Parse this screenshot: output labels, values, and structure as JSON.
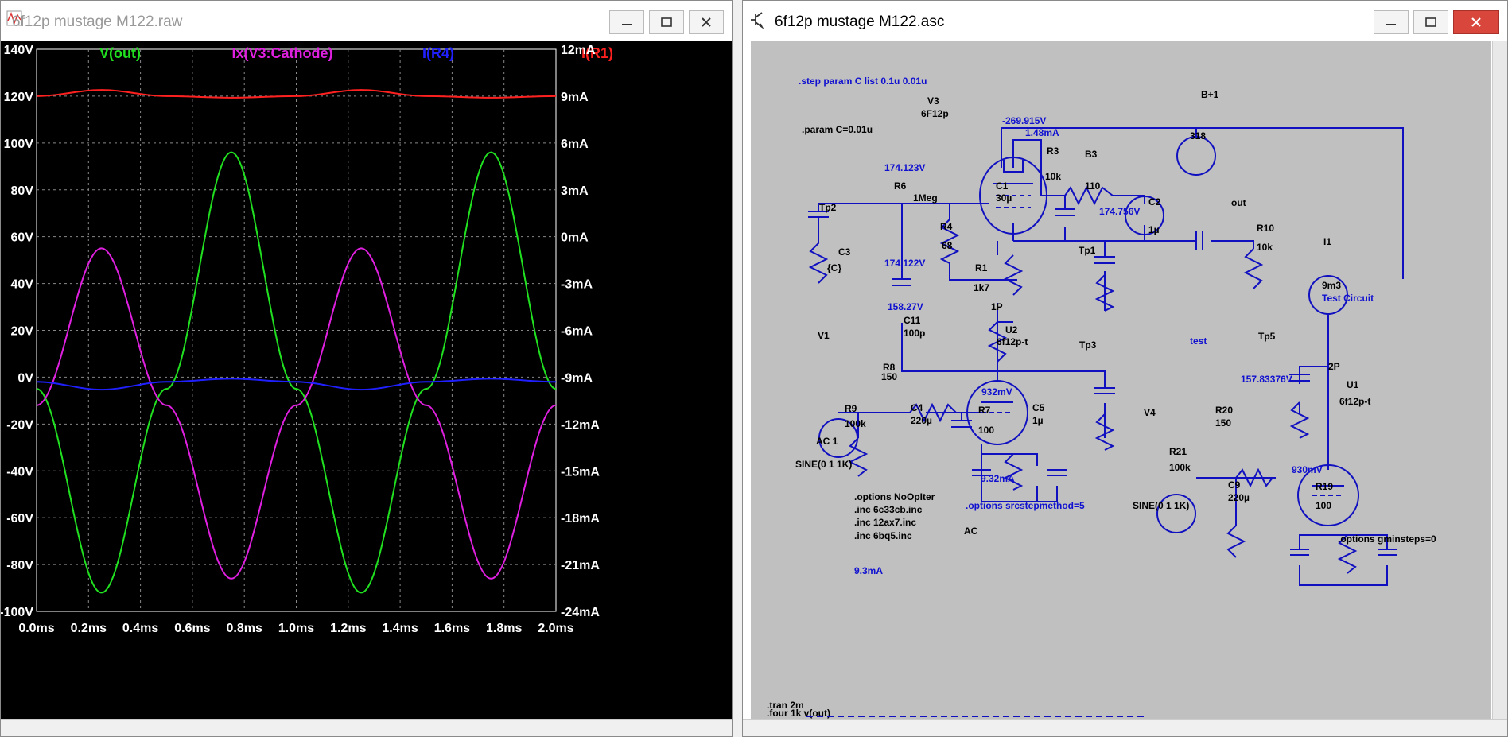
{
  "left_window": {
    "title": "6f12p mustage M122.raw",
    "traces": [
      {
        "name": "V(out)",
        "color": "#20e020"
      },
      {
        "name": "Ix(V3:Cathode)",
        "color": "#e020e0"
      },
      {
        "name": "I(R4)",
        "color": "#2020ff"
      },
      {
        "name": "I(R1)",
        "color": "#ff2020"
      }
    ]
  },
  "right_window": {
    "title": "6f12p mustage M122.asc"
  },
  "chart_data": {
    "type": "line",
    "x": [
      0.0,
      0.25,
      0.5,
      0.75,
      1.0,
      1.25,
      1.5,
      1.75,
      2.0
    ],
    "x_ticks": [
      "0.0ms",
      "0.2ms",
      "0.4ms",
      "0.6ms",
      "0.8ms",
      "1.0ms",
      "1.2ms",
      "1.4ms",
      "1.6ms",
      "1.8ms",
      "2.0ms"
    ],
    "xlim": [
      0,
      2.0
    ],
    "y_left_ticks": [
      "140V",
      "120V",
      "100V",
      "80V",
      "60V",
      "40V",
      "20V",
      "0V",
      "-20V",
      "-40V",
      "-60V",
      "-80V",
      "-100V"
    ],
    "y_right_ticks": [
      "12mA",
      "9mA",
      "6mA",
      "3mA",
      "0mA",
      "-3mA",
      "-6mA",
      "-9mA",
      "-12mA",
      "-15mA",
      "-18mA",
      "-21mA",
      "-24mA"
    ],
    "ylim_left": [
      -100,
      140
    ],
    "ylim_right": [
      -24,
      12
    ],
    "grid": true,
    "series": [
      {
        "name": "V(out)",
        "axis": "left",
        "color": "#20e020",
        "values": [
          -5,
          -92,
          -5,
          96,
          -5,
          -92,
          -5,
          96,
          -5
        ]
      },
      {
        "name": "Ix(V3:Cathode)",
        "axis": "left",
        "color": "#e020e0",
        "values": [
          -12,
          55,
          -12,
          -86,
          -12,
          55,
          -12,
          -86,
          -12
        ]
      },
      {
        "name": "I(R4)",
        "axis": "right",
        "color": "#2020ff",
        "values": [
          -9.3,
          -9.8,
          -9.3,
          -9.1,
          -9.3,
          -9.8,
          -9.3,
          -9.1,
          -9.3
        ]
      },
      {
        "name": "I(R1)",
        "axis": "right",
        "color": "#ff2020",
        "values": [
          9.0,
          9.4,
          9.0,
          8.9,
          9.0,
          9.4,
          9.0,
          8.9,
          9.0
        ]
      }
    ]
  },
  "schematic": {
    "labels": [
      {
        "text": ".step param C list 0.1u 0.01u",
        "blue": true
      },
      {
        "text": "V3"
      },
      {
        "text": "6F12p"
      },
      {
        "text": ".param C=0.01u"
      },
      {
        "text": "-269.915V",
        "blue": true
      },
      {
        "text": "1.48mA",
        "blue": true
      },
      {
        "text": "R3"
      },
      {
        "text": "10k"
      },
      {
        "text": "B3"
      },
      {
        "text": "110"
      },
      {
        "text": "B+1"
      },
      {
        "text": "318"
      },
      {
        "text": "174.123V",
        "blue": true
      },
      {
        "text": "R6"
      },
      {
        "text": "1Meg"
      },
      {
        "text": "C1"
      },
      {
        "text": "30µ"
      },
      {
        "text": "174.756V",
        "blue": true
      },
      {
        "text": "C2"
      },
      {
        "text": "1µ"
      },
      {
        "text": "out"
      },
      {
        "text": "R10"
      },
      {
        "text": "10k"
      },
      {
        "text": "Tp2"
      },
      {
        "text": "R4"
      },
      {
        "text": "68"
      },
      {
        "text": "Tp1"
      },
      {
        "text": "C3"
      },
      {
        "text": "{C}"
      },
      {
        "text": "174.122V",
        "blue": true
      },
      {
        "text": "R1"
      },
      {
        "text": "1k7"
      },
      {
        "text": "I1"
      },
      {
        "text": "9m3"
      },
      {
        "text": "Test Circuit",
        "blue": true
      },
      {
        "text": "158.27V",
        "blue": true
      },
      {
        "text": "1P"
      },
      {
        "text": "V1"
      },
      {
        "text": "C11"
      },
      {
        "text": "100p"
      },
      {
        "text": "U2"
      },
      {
        "text": "6f12p-t"
      },
      {
        "text": "Tp3"
      },
      {
        "text": "test",
        "blue": true
      },
      {
        "text": "Tp5"
      },
      {
        "text": "R8"
      },
      {
        "text": "150"
      },
      {
        "text": "157.83376V",
        "blue": true
      },
      {
        "text": "2P"
      },
      {
        "text": "U1"
      },
      {
        "text": "6f12p-t"
      },
      {
        "text": "932mV",
        "blue": true
      },
      {
        "text": "R9"
      },
      {
        "text": "100k"
      },
      {
        "text": "C4"
      },
      {
        "text": "220µ"
      },
      {
        "text": "R7"
      },
      {
        "text": "100"
      },
      {
        "text": "C5"
      },
      {
        "text": "1µ"
      },
      {
        "text": "V4"
      },
      {
        "text": "R20"
      },
      {
        "text": "150"
      },
      {
        "text": "AC 1"
      },
      {
        "text": "R21"
      },
      {
        "text": "100k"
      },
      {
        "text": "SINE(0 1 1K)"
      },
      {
        "text": "930mV",
        "blue": true
      },
      {
        "text": "9.32mA",
        "blue": true
      },
      {
        "text": "C9"
      },
      {
        "text": "220µ"
      },
      {
        "text": "R19"
      },
      {
        "text": "100"
      },
      {
        "text": ".options NoOpIter"
      },
      {
        "text": ".options srcstepmethod=5",
        "blue": true
      },
      {
        "text": ".inc 6c33cb.inc"
      },
      {
        "text": "SINE(0 1 1K)"
      },
      {
        "text": ".inc 12ax7.inc"
      },
      {
        "text": "AC"
      },
      {
        "text": ".options gminsteps=0"
      },
      {
        "text": ".inc 6bq5.inc"
      },
      {
        "text": "9.3mA",
        "blue": true
      },
      {
        "text": ".tran 2m"
      },
      {
        "text": ".four 1k v(out)"
      }
    ]
  }
}
